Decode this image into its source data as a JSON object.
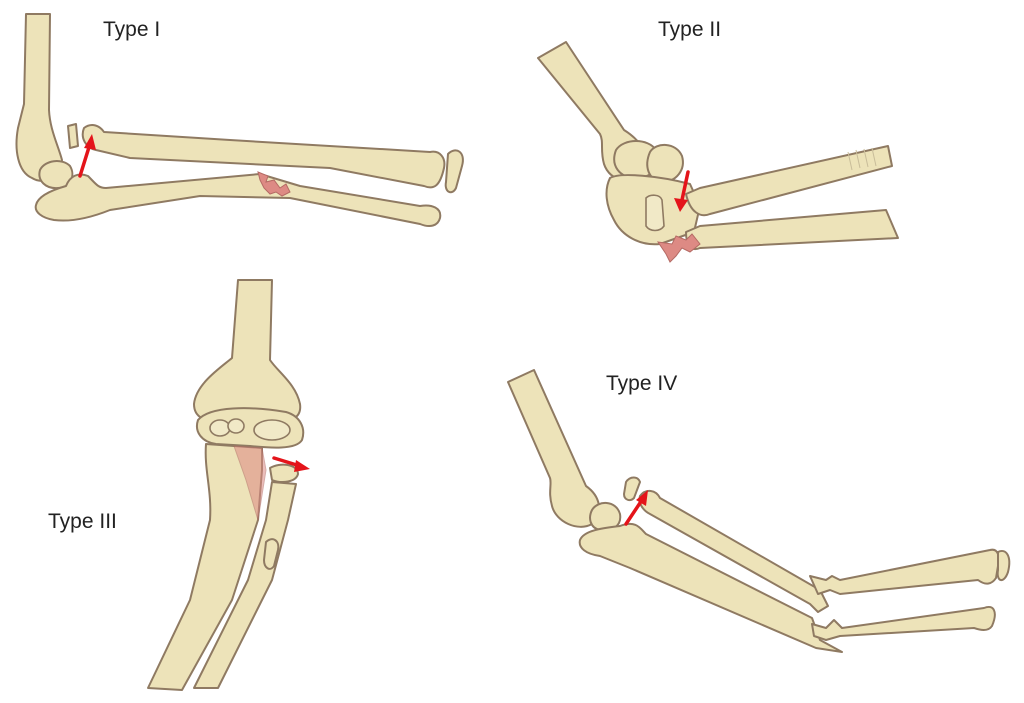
{
  "panels": [
    {
      "label": "Type I"
    },
    {
      "label": "Type II"
    },
    {
      "label": "Type III"
    },
    {
      "label": "Type IV"
    }
  ],
  "colors": {
    "bone_fill": "#ede3b9",
    "bone_outline": "#8f7a62",
    "fracture": "#dd8a84",
    "arrow": "#e4141a",
    "background": "#ffffff"
  },
  "icons": [
    "red-arrow-icon"
  ]
}
